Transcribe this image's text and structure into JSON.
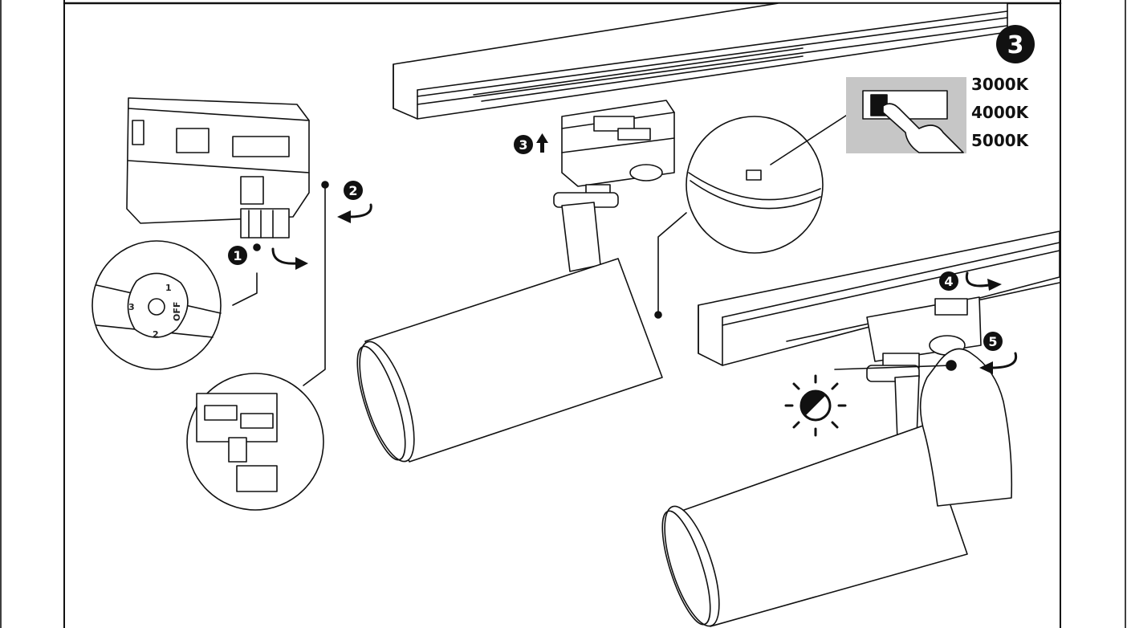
{
  "step_badge": "3",
  "color_temperatures": [
    "3000K",
    "4000K",
    "5000K"
  ],
  "callouts": {
    "c1": "1",
    "c2": "2",
    "c3": "3",
    "c4": "4",
    "c5": "5"
  },
  "dial": {
    "pos1": "1",
    "pos2": "2",
    "pos3": "3",
    "off": "OFF"
  },
  "icons": {
    "rotate_arrow": "curved-arrow-icon",
    "up_arrow": "up-arrow-icon",
    "dimmer": "brightness-plus-minus-icon",
    "hand": "hand-pointer-icon"
  },
  "colors": {
    "ink": "#111111",
    "panel_gray": "#c6c6c6"
  }
}
